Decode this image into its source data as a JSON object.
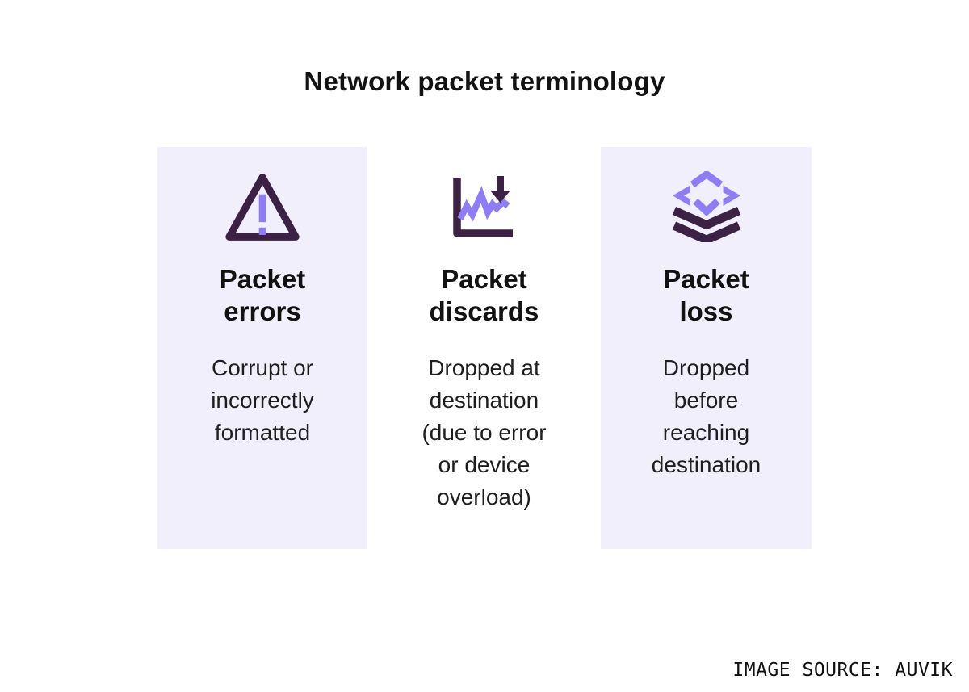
{
  "page": {
    "title": "Network packet terminology",
    "source": "IMAGE SOURCE: AUVIK"
  },
  "colors": {
    "accent_light": "#8E7DF6",
    "accent_dark": "#3B2143",
    "card_background": "#F1EFFB",
    "text": "#121212"
  },
  "cards": [
    {
      "icon": "warning-triangle-icon",
      "title": "Packet\nerrors",
      "description": "Corrupt or\nincorrectly\nformatted",
      "highlighted": true
    },
    {
      "icon": "chart-drop-icon",
      "title": "Packet\ndiscards",
      "description": "Dropped at\ndestination\n(due to error\nor device\noverload)",
      "highlighted": false
    },
    {
      "icon": "packet-layers-icon",
      "title": "Packet\nloss",
      "description": "Dropped\nbefore\nreaching\ndestination",
      "highlighted": true
    }
  ]
}
